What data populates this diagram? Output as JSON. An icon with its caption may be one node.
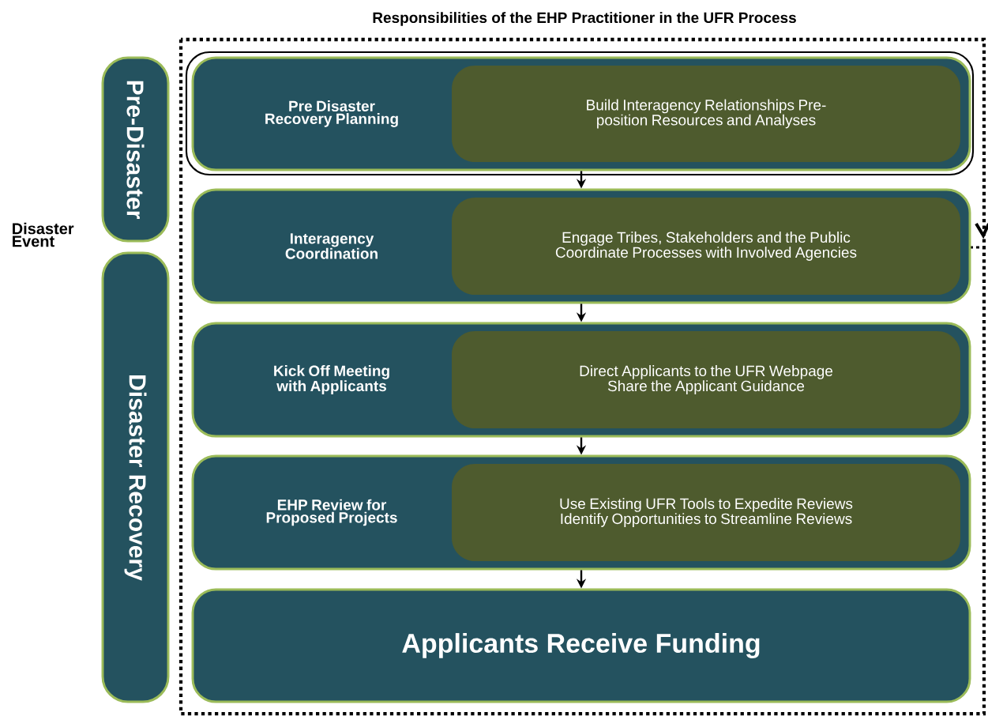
{
  "diagram": {
    "title": "Responsibilities of the EHP Practitioner in the UFR Process",
    "nodes": [
      {
        "text": [
          "Pre-Disaster"
        ]
      },
      {
        "text": [
          "Disaster Recovery"
        ]
      },
      {
        "text": [
          "Pre Disaster Recovery Planning"
        ]
      },
      {
        "text": [
          "Build Interagency Relationships Pre-position Resources and Analyses"
        ],
        "in": 2
      },
      {
        "text": [
          "Interagency Coordination"
        ]
      },
      {
        "text": [
          "Engage Tribes, Stakeholders and the Public Coordinate Processes with Involved Agencies"
        ],
        "in": 4
      },
      {
        "text": [
          "Kick Off Meeting with Applicants"
        ]
      },
      {
        "text": [
          "Direct Applicants to the UFR Webpage Share the Applicant Guidance"
        ],
        "in": 6
      },
      {
        "text": [
          "EHP Review for Proposed Projects"
        ]
      },
      {
        "text": [
          "Use Existing UFR Tools to Expedite Reviews Identify Opportunities to Streamline Reviews"
        ],
        "in": 8
      },
      {
        "text": [
          "Applicants Receive Funding"
        ]
      }
    ],
    "edges": [
      {
        "from": 2,
        "to": 4,
        "arrow": "to"
      },
      {
        "from": 4,
        "to": 6,
        "arrow": "to"
      },
      {
        "from": 6,
        "to": 8,
        "arrow": "to"
      },
      {
        "from": 8,
        "to": 10,
        "arrow": "to"
      }
    ],
    "labels": [
      "Disaster Event"
    ]
  }
}
